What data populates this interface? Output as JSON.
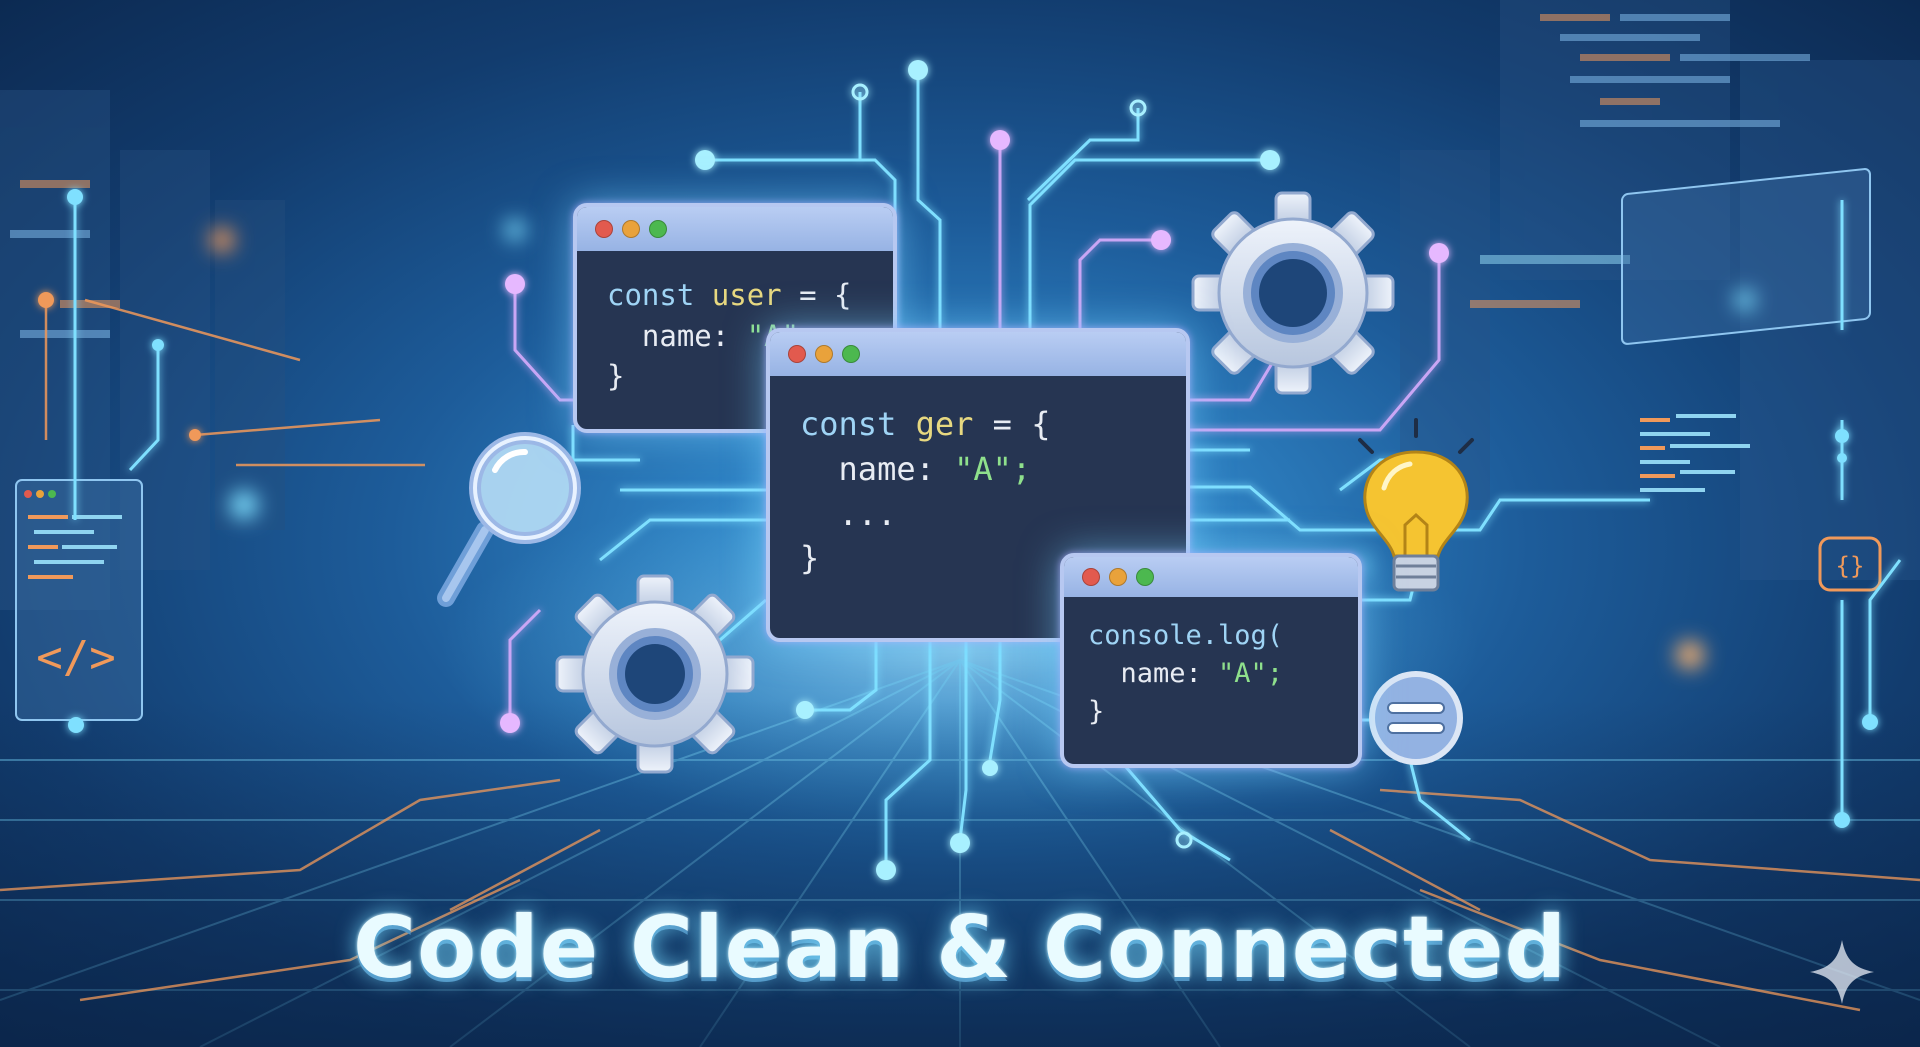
{
  "headline": "Code Clean & Connected",
  "windows": {
    "back": {
      "lines": [
        {
          "keyword": "const",
          "name": "user",
          "rest": " = {"
        },
        {
          "text": "  name: ",
          "str": "\"A\";"
        },
        {
          "text": "}"
        }
      ]
    },
    "main": {
      "lines": [
        {
          "keyword": "const",
          "name": "ger",
          "rest": " = {"
        },
        {
          "text": "  name: ",
          "str": "\"A\";"
        },
        {
          "text": "  ..."
        },
        {
          "text": "}"
        }
      ]
    },
    "console": {
      "lines": [
        {
          "fn": "console.log("
        },
        {
          "text": "  name: ",
          "str": "\"A\";"
        },
        {
          "text": "}"
        }
      ]
    }
  },
  "side_panels": {
    "left_code_tag": "</>",
    "right_code_tag": "{}"
  },
  "icons": [
    "magnifier-icon",
    "gear-icon",
    "lightbulb-icon",
    "menu-icon",
    "code-tag-icon",
    "sparkle-icon",
    "window-controls-icon"
  ],
  "colors": {
    "background_dark": "#0c2a52",
    "background_mid": "#1d5c9a",
    "glow": "#5fc4f0",
    "circuit_blue": "#7fe0ff",
    "circuit_violet": "#c9a6f5",
    "circuit_orange": "#f0995a",
    "window_frame": "#b7c8f1",
    "window_body": "#263552",
    "keyword": "#9fd4f5",
    "identifier": "#e7d880",
    "string": "#8fe08c",
    "gear": "#dce6f5",
    "bulb": "#f5c431",
    "headline": "#e9fbff"
  }
}
